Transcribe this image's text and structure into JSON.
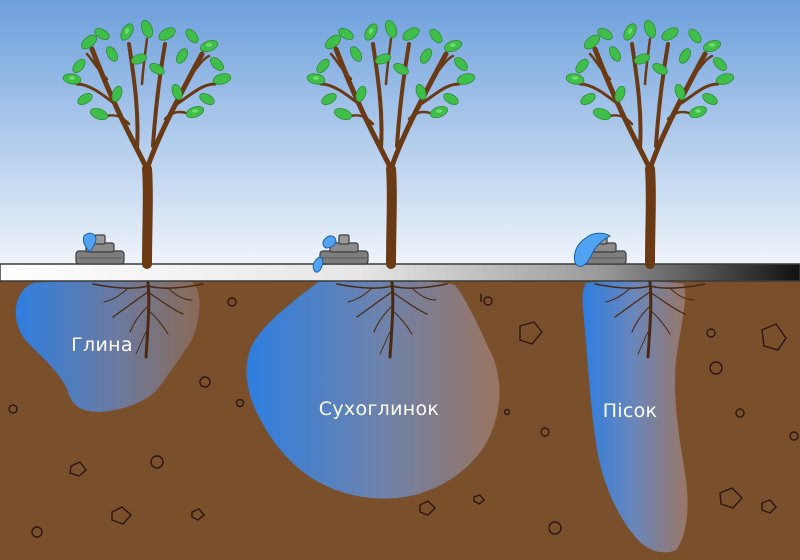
{
  "diagram": {
    "colors": {
      "sky_top": "#6c9fdc",
      "sky_bottom": "#f2f6fb",
      "soil": "#7a4f2c",
      "trunk": "#6a3a14",
      "leaf": "#3fbf4a",
      "leaf_light": "#7fe07a",
      "water": "#2f7fd8",
      "dripper": "#7d7d7d"
    },
    "soils": [
      {
        "id": "clay",
        "label": "Глина"
      },
      {
        "id": "loam",
        "label": "Сухоглинок"
      },
      {
        "id": "sand",
        "label": "Пісок"
      }
    ]
  }
}
